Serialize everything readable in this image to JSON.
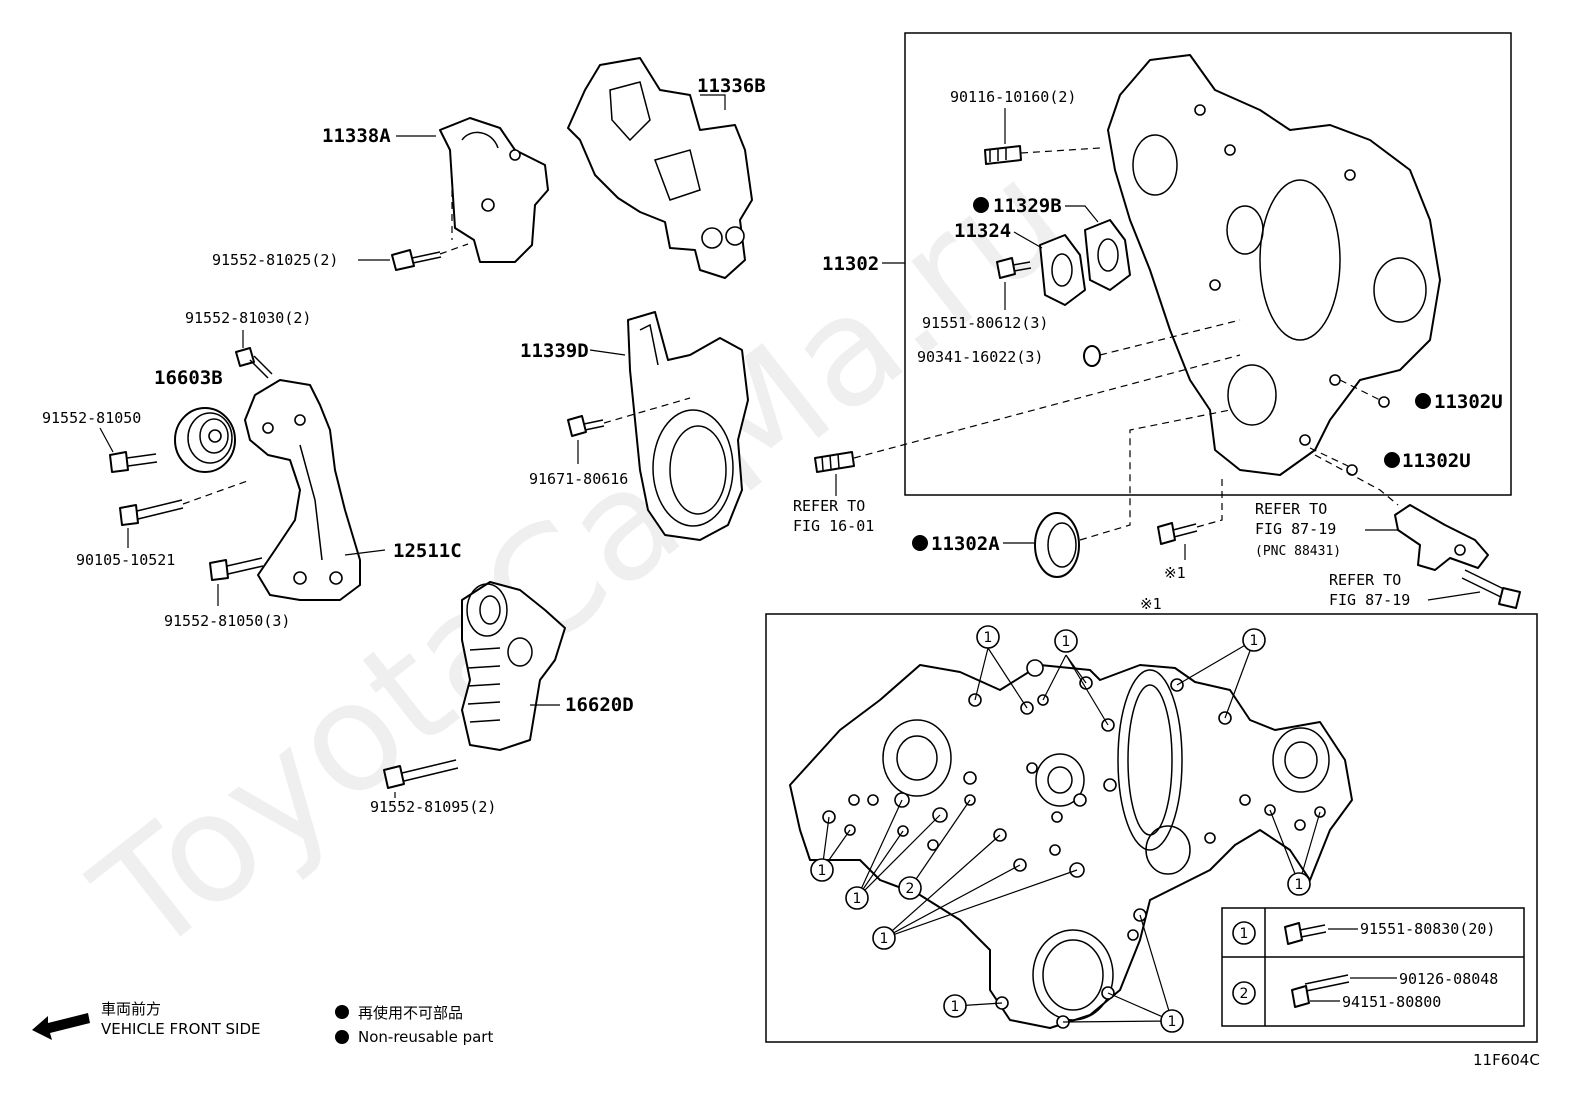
{
  "watermark": "ToyotaCarMa.ru",
  "figure_code": "11F604C",
  "labels": {
    "p11338A": "11338A",
    "p11336B": "11336B",
    "p91552_81025": "91552-81025(2)",
    "p91552_81030": "91552-81030(2)",
    "p16603B": "16603B",
    "p91552_81050": "91552-81050",
    "p90105_10521": "90105-10521",
    "p12511C": "12511C",
    "p91552_81050_3": "91552-81050(3)",
    "p11339D": "11339D",
    "p91671_80616": "91671-80616",
    "p16620D": "16620D",
    "p91552_81095": "91552-81095(2)",
    "p90116_10160": "90116-10160(2)",
    "p11329B": "11329B",
    "p11324": "11324",
    "p11302": "11302",
    "p91551_80612": "91551-80612(3)",
    "p90341_16022": "90341-16022(3)",
    "p11302U_1": "11302U",
    "p11302U_2": "11302U",
    "p11302A": "11302A",
    "ref_16_01_a": "REFER TO",
    "ref_16_01_b": "FIG 16-01",
    "ref_87_19a_a": "REFER TO",
    "ref_87_19a_b": "FIG 87-19",
    "ref_87_19a_c": "(PNC 88431)",
    "ref_87_19b_a": "REFER TO",
    "ref_87_19b_b": "FIG 87-19",
    "note_mark_bolt": "※1",
    "note_mark_detail": "※1"
  },
  "callout_marks": {
    "one": "1",
    "two": "2"
  },
  "legend_table": [
    {
      "mark": "1",
      "parts": [
        "91551-80830(20)"
      ]
    },
    {
      "mark": "2",
      "parts": [
        "90126-08048",
        "94151-80800"
      ]
    }
  ],
  "bottom_legend": {
    "direction_jp": "車両前方",
    "direction_en": "VEHICLE FRONT SIDE",
    "nonreusable_jp": "再使用不可部品",
    "nonreusable_en": "Non-reusable part"
  }
}
